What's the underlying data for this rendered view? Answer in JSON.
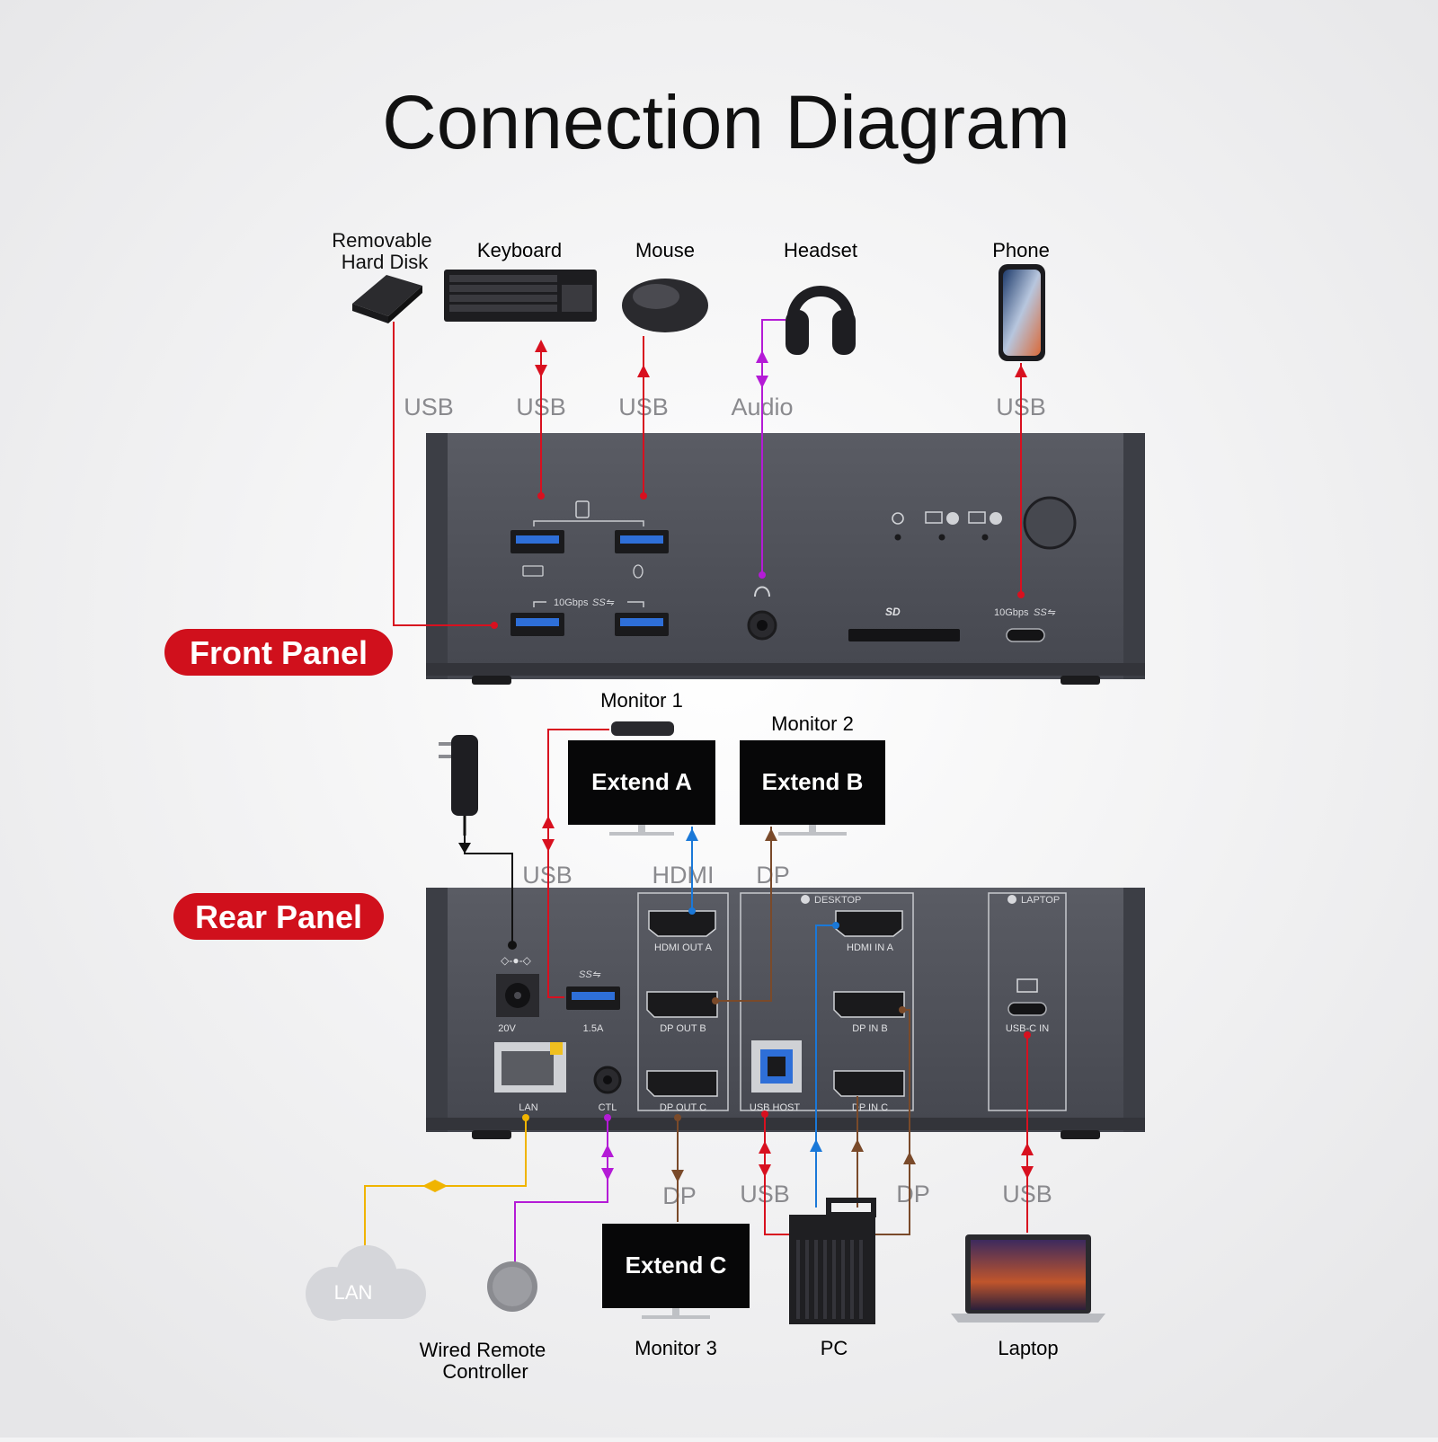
{
  "title": "Connection Diagram",
  "panels": {
    "front": "Front Panel",
    "rear": "Rear Panel"
  },
  "devices": {
    "hard_disk": "Removable Hard Disk",
    "keyboard": "Keyboard",
    "mouse": "Mouse",
    "headset": "Headset",
    "phone": "Phone",
    "monitor1": "Monitor 1",
    "monitor2": "Monitor 2",
    "monitor3": "Monitor 3",
    "remote": "Wired Remote Controller",
    "pc": "PC",
    "laptop": "Laptop",
    "lan_cloud": "LAN"
  },
  "screens": {
    "a": "Extend A",
    "b": "Extend B",
    "c": "Extend C"
  },
  "connections": {
    "front_usb": "USB",
    "audio": "Audio",
    "rear_usb": "USB",
    "hdmi": "HDMI",
    "dp": "DP"
  },
  "front_port_labels": {
    "speed_usb": "10Gbps",
    "speed_usbc": "10Gbps",
    "sd": "SD"
  },
  "rear_port_labels": {
    "power": "20V",
    "usb_current": "1.5A",
    "hdmi_out_a": "HDMI OUT A",
    "dp_out_b": "DP OUT B",
    "dp_out_c": "DP OUT C",
    "hdmi_in_a": "HDMI IN A",
    "dp_in_b": "DP IN B",
    "dp_in_c": "DP IN C",
    "usb_host": "USB HOST",
    "usb_c_in": "USB-C IN",
    "lan": "LAN",
    "ctl": "CTL",
    "desktop": "DESKTOP",
    "laptop": "LAPTOP"
  },
  "colors": {
    "usb_line": "#d8101f",
    "audio_line": "#b41bd6",
    "hdmi_line": "#1a78d8",
    "dp_line": "#7a4a2a",
    "lan_line": "#f0b400",
    "badge": "#d0101c",
    "device_body": "#4a4c54"
  }
}
